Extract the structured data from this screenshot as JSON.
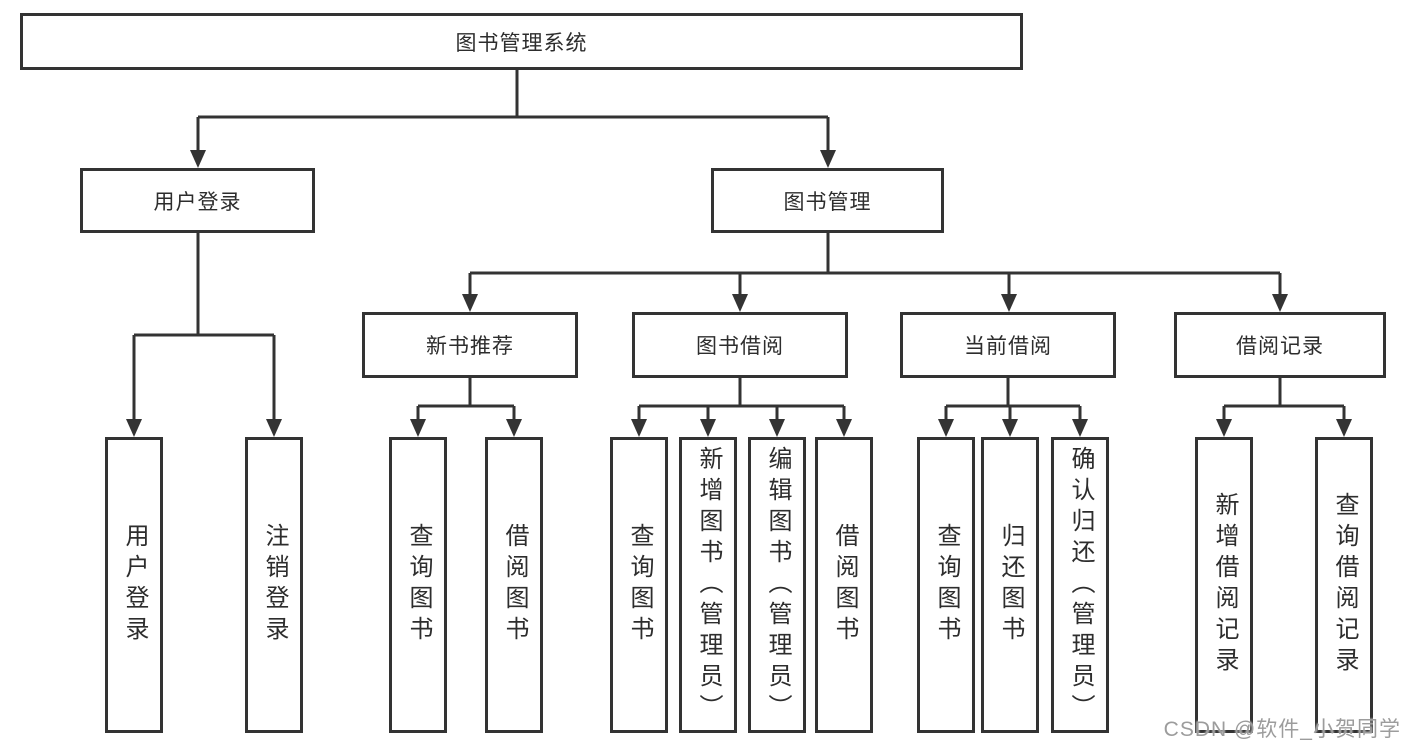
{
  "diagram": {
    "root": {
      "label": "图书管理系统"
    },
    "level2": [
      {
        "label": "用户登录",
        "parent": "图书管理系统"
      },
      {
        "label": "图书管理",
        "parent": "图书管理系统"
      }
    ],
    "level3": [
      {
        "label": "新书推荐",
        "parent": "图书管理"
      },
      {
        "label": "图书借阅",
        "parent": "图书管理"
      },
      {
        "label": "当前借阅",
        "parent": "图书管理"
      },
      {
        "label": "借阅记录",
        "parent": "图书管理"
      }
    ],
    "leaves": [
      {
        "label": "用户登录",
        "parent": "用户登录"
      },
      {
        "label": "注销登录",
        "parent": "用户登录"
      },
      {
        "label": "查询图书",
        "parent": "新书推荐"
      },
      {
        "label": "借阅图书",
        "parent": "新书推荐"
      },
      {
        "label": "查询图书",
        "parent": "图书借阅"
      },
      {
        "label": "新增图书（管理员）",
        "parent": "图书借阅"
      },
      {
        "label": "编辑图书（管理员）",
        "parent": "图书借阅"
      },
      {
        "label": "借阅图书",
        "parent": "图书借阅"
      },
      {
        "label": "查询图书",
        "parent": "当前借阅"
      },
      {
        "label": "归还图书",
        "parent": "当前借阅"
      },
      {
        "label": "确认归还（管理员）",
        "parent": "当前借阅"
      },
      {
        "label": "新增借阅记录",
        "parent": "借阅记录"
      },
      {
        "label": "查询借阅记录",
        "parent": "借阅记录"
      }
    ]
  },
  "watermark": {
    "text": "CSDN @软件_小贺同学"
  },
  "colors": {
    "line": "#333333",
    "border": "#333333",
    "text": "#2d2d2d",
    "watermark": "#9c9c9c",
    "background": "#ffffff"
  }
}
